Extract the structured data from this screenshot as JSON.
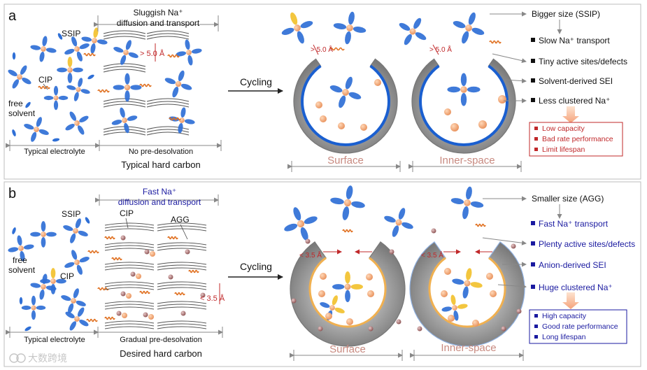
{
  "panel_a": {
    "letter": "a",
    "sluggish_line1": "Sluggish Na⁺",
    "sluggish_line2": "diffusion and transport",
    "ssip": "SSIP",
    "cip": "CIP",
    "free1": "free",
    "free2": "solvent",
    "gap": "> 5.0 Å",
    "typical_electrolyte": "Typical electrolyte",
    "no_predesolvation": "No pre-desolvation",
    "title": "Typical hard carbon",
    "cycling": "Cycling",
    "gap_left": "> 5.0 Å",
    "gap_right": "> 5.0 Å",
    "surface": "Surface",
    "inner_space": "Inner-space",
    "bigger_size": "Bigger size (SSIP)",
    "bullets": [
      "Slow Na⁺ transport",
      "Tiny active sites/defects",
      "Solvent-derived SEI",
      "Less clustered Na⁺"
    ],
    "results": [
      "Low capacity",
      "Bad rate performance",
      "Limit lifespan"
    ]
  },
  "panel_b": {
    "letter": "b",
    "fast_line1": "Fast Na⁺",
    "fast_line2": "diffusion and transport",
    "ssip": "SSIP",
    "cip_left": "CIP",
    "cip_top": "CIP",
    "agg": "AGG",
    "free1": "free",
    "free2": "solvent",
    "gap": "< 3.5 Å",
    "typical_electrolyte": "Typical electrolyte",
    "gradual_predesolvation": "Gradual pre-desolvation",
    "title": "Desired hard carbon",
    "cycling": "Cycling",
    "gap_left": "< 3.5 Å",
    "gap_right": "< 3.5 Å",
    "surface": "Surface",
    "inner_space": "Inner-space",
    "smaller_size": "Smaller size (AGG)",
    "bullets": [
      "Fast Na⁺ transport",
      "Plenty active sites/defects",
      "Anion-derived SEI",
      "Huge clustered Na⁺"
    ],
    "results": [
      "High capacity",
      "Good rate performance",
      "Long lifespan"
    ]
  },
  "watermark": "大数跨境",
  "colors": {
    "blue_molecule": "#2f6fd6",
    "yellow_molecule": "#f2c12e",
    "na_ion": "#f0a06a",
    "anion": "#b07a7a",
    "carbon_gray": "#9a9a9a",
    "sei_blue": "#1a5fd0",
    "sei_orange": "#f0b050",
    "red_label": "#c0282a",
    "dark_blue_text": "#1a1aa0",
    "surface_label": "#c88a80"
  }
}
